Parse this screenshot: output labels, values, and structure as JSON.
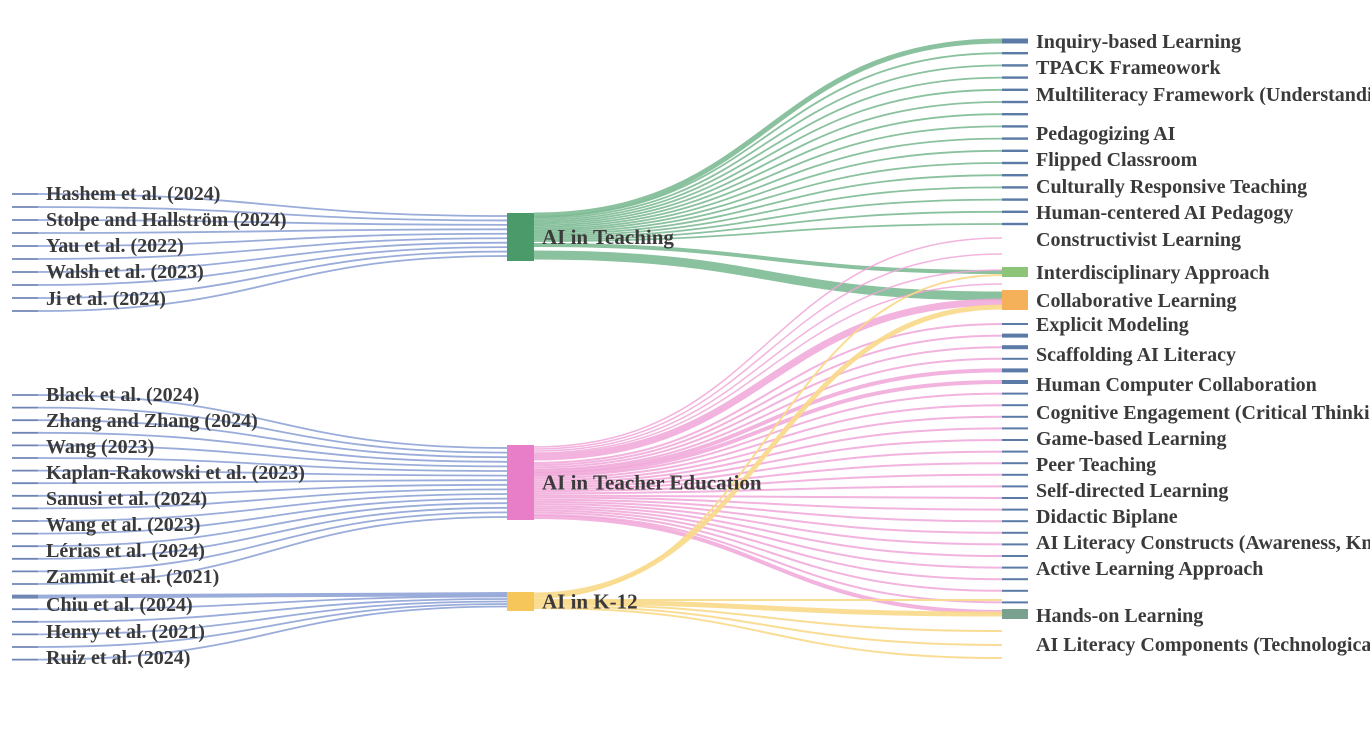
{
  "colors": {
    "source_node": "#6f86b5",
    "source_link": "#8fa3d6",
    "teaching": "#4a9a6a",
    "teaching_link": "#7dba93",
    "teacher_ed": "#e87ec8",
    "teacher_ed_link": "#f0a6d8",
    "k12": "#f7c65a",
    "k12_link": "#f9d98a",
    "target_node": "#5b7aa6",
    "interdisciplinary": "#8cc47a",
    "collaborative": "#f5b05a",
    "hands_on": "#7aa090"
  },
  "diagram": {
    "middle": [
      {
        "id": "teaching",
        "label": "AI in Teaching"
      },
      {
        "id": "teacher_ed",
        "label": "AI in Teacher Education"
      },
      {
        "id": "k12",
        "label": "AI in K-12"
      }
    ],
    "sources_teaching_labels": [
      "Hashem et al. (2024)",
      "Stolpe and Hallström (2024)",
      "Yau et al. (2022)",
      "Walsh et al. (2023)",
      "Ji et al. (2024)"
    ],
    "sources_te_labels": [
      "Black et al. (2024)",
      " Zhang and Zhang (2024)",
      "Wang (2023)",
      "Kaplan-Rakowski et al. (2023)",
      "Sanusi et al. (2024)",
      "Wang et al. (2023)",
      "Lérias et al. (2024)",
      "Zammit et al. (2021)",
      "Chiu et al. (2024)",
      "Henry et al. (2021)",
      "Ruiz et al. (2024)"
    ],
    "target_labels": [
      "Inquiry-based Learning",
      "TPACK Frameowork",
      "Multiliteracy Framework (Understanding, Using, Evaluating)",
      "Pedagogizing AI",
      "Flipped Classroom",
      "Culturally Responsive Teaching",
      "Human-centered AI Pedagogy",
      "Constructivist Learning",
      "Interdisciplinary Approach",
      "Collaborative Learning",
      "Explicit Modeling",
      "Scaffolding AI Literacy",
      "Human Computer Collaboration",
      "Cognitive Engagement (Critical Thinking)",
      "Game-based Learning",
      "Peer Teaching",
      "Self-directed Learning",
      "Didactic Biplane",
      "AI Literacy Constructs (Awareness, Knowledge)",
      "Active Learning Approach",
      "Hands-on Learning",
      "AI Literacy Components (Technological, Pedagogical)"
    ]
  }
}
